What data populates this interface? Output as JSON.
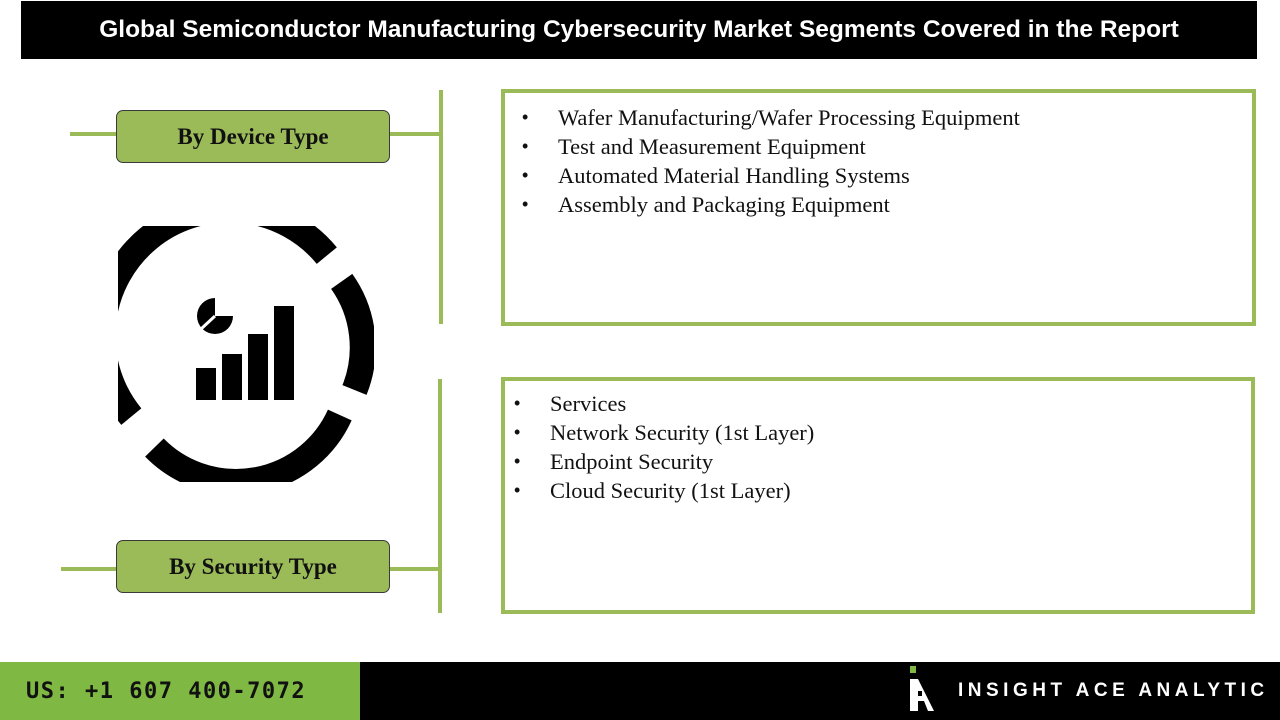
{
  "title": "Global Semiconductor Manufacturing Cybersecurity Market Segments Covered in the Report",
  "colors": {
    "accent_green": "#9bbb59",
    "footer_green": "#7fb843",
    "dark": "#000000"
  },
  "segments": [
    {
      "label": "By Device Type",
      "items": [
        "Wafer Manufacturing/Wafer Processing Equipment",
        "Test and Measurement Equipment",
        "Automated Material Handling Systems",
        "Assembly and Packaging Equipment"
      ]
    },
    {
      "label": "By Security Type",
      "items": [
        "Services",
        "Network Security (1st Layer)",
        "Endpoint Security",
        "Cloud Security (1st Layer)"
      ]
    }
  ],
  "center_icon": "analytics-chart-icon",
  "footer": {
    "phone": "US: +1 607 400-7072",
    "brand_name": "INSIGHT ACE ANALYTIC",
    "brand_icon": "insight-ace-logo-icon"
  }
}
